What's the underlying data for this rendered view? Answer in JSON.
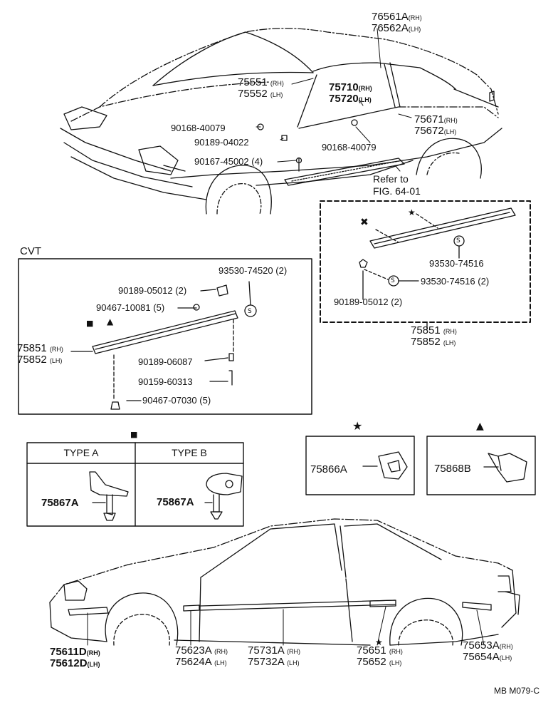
{
  "sections": {
    "cvt": "CVT",
    "type_a": "TYPE A",
    "type_b": "TYPE B"
  },
  "reference": {
    "line1": "Refer to",
    "line2": "FIG. 64-01"
  },
  "drawing_code": "MB M079-C",
  "symbols": {
    "square": "■",
    "triangle": "▲",
    "x": "✖",
    "star": "★",
    "s": "S"
  },
  "parts": [
    {
      "id": "76561A",
      "suffix": "(RH)"
    },
    {
      "id": "76562A",
      "suffix": "(LH)"
    },
    {
      "id": "75551",
      "suffix": "(RH)"
    },
    {
      "id": "75552",
      "suffix": "(LH)"
    },
    {
      "id": "75710",
      "suffix": "(RH)"
    },
    {
      "id": "75720",
      "suffix": "(LH)"
    },
    {
      "id": "75671",
      "suffix": "(RH)"
    },
    {
      "id": "75672",
      "suffix": "(LH)"
    },
    {
      "id": "90168-40079",
      "suffix": ""
    },
    {
      "id": "90189-04022",
      "suffix": ""
    },
    {
      "id": "90167-45002",
      "suffix": "(4)"
    },
    {
      "id": "90168-40079",
      "suffix": ""
    },
    {
      "id": "93530-74516",
      "suffix": ""
    },
    {
      "id": "93530-74516",
      "suffix": "(2)"
    },
    {
      "id": "90189-05012",
      "suffix": "(2)"
    },
    {
      "id": "75851",
      "suffix": "(RH)"
    },
    {
      "id": "75852",
      "suffix": "(LH)"
    },
    {
      "id": "93530-74520",
      "suffix": "(2)"
    },
    {
      "id": "90189-05012",
      "suffix": "(2)"
    },
    {
      "id": "90467-10081",
      "suffix": "(5)"
    },
    {
      "id": "75851",
      "suffix": "(RH)"
    },
    {
      "id": "75852",
      "suffix": "(LH)"
    },
    {
      "id": "90189-06087",
      "suffix": ""
    },
    {
      "id": "90159-60313",
      "suffix": ""
    },
    {
      "id": "90467-07030",
      "suffix": "(5)"
    },
    {
      "id": "75867A",
      "suffix": ""
    },
    {
      "id": "75867A",
      "suffix": ""
    },
    {
      "id": "75866A",
      "suffix": ""
    },
    {
      "id": "75868B",
      "suffix": ""
    },
    {
      "id": "75611D",
      "suffix": "(RH)"
    },
    {
      "id": "75612D",
      "suffix": "(LH)"
    },
    {
      "id": "75623A",
      "suffix": "(RH)"
    },
    {
      "id": "75624A",
      "suffix": "(LH)"
    },
    {
      "id": "75731A",
      "suffix": "(RH)"
    },
    {
      "id": "75732A",
      "suffix": "(LH)"
    },
    {
      "id": "75651",
      "suffix": "(RH)"
    },
    {
      "id": "75652",
      "suffix": "(LH)"
    },
    {
      "id": "75653A",
      "suffix": "(RH)"
    },
    {
      "id": "75654A",
      "suffix": "(LH)"
    }
  ]
}
